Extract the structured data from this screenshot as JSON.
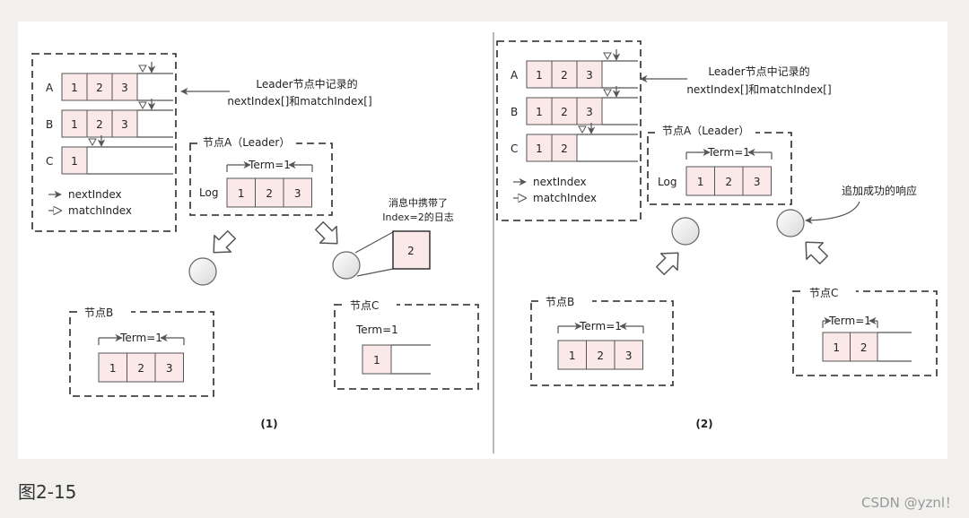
{
  "colors": {
    "cell_fill": "#fbe9ea",
    "stroke": "#555555",
    "dashed": "#444444",
    "text": "#222222",
    "background": "#ffffff",
    "page_bg": "#f1f0ee"
  },
  "panel1": {
    "label": "(1)",
    "leader_table": {
      "rows": [
        {
          "label": "A",
          "cells": [
            "1",
            "2",
            "3"
          ]
        },
        {
          "label": "B",
          "cells": [
            "1",
            "2",
            "3"
          ]
        },
        {
          "label": "C",
          "cells": [
            "1"
          ]
        }
      ],
      "legend_next": "nextIndex",
      "legend_match": "matchIndex"
    },
    "annotation": {
      "line1": "Leader节点中记录的",
      "line2": "nextIndex[]和matchIndex[]"
    },
    "node_a": {
      "title": "节点A（Leader）",
      "term": "Term=1",
      "log_label": "Log",
      "cells": [
        "1",
        "2",
        "3"
      ]
    },
    "node_b": {
      "title": "节点B",
      "term": "Term=1",
      "cells": [
        "1",
        "2",
        "3"
      ]
    },
    "node_c": {
      "title": "节点C",
      "term": "Term=1",
      "cells": [
        "1"
      ]
    },
    "message": {
      "line1": "消息中携带了",
      "line2": "Index=2的日志",
      "cell": "2"
    }
  },
  "panel2": {
    "label": "(2)",
    "leader_table": {
      "rows": [
        {
          "label": "A",
          "cells": [
            "1",
            "2",
            "3"
          ]
        },
        {
          "label": "B",
          "cells": [
            "1",
            "2",
            "3"
          ]
        },
        {
          "label": "C",
          "cells": [
            "1",
            "2"
          ]
        }
      ],
      "legend_next": "nextIndex",
      "legend_match": "matchIndex"
    },
    "annotation": {
      "line1": "Leader节点中记录的",
      "line2": "nextIndex[]和matchIndex[]"
    },
    "node_a": {
      "title": "节点A（Leader）",
      "term": "Term=1",
      "log_label": "Log",
      "cells": [
        "1",
        "2",
        "3"
      ]
    },
    "node_b": {
      "title": "节点B",
      "term": "Term=1",
      "cells": [
        "1",
        "2",
        "3"
      ]
    },
    "node_c": {
      "title": "节点C",
      "term": "Term=1",
      "cells": [
        "1",
        "2"
      ]
    },
    "response": {
      "label": "追加成功的响应"
    }
  },
  "caption": "图2-15",
  "watermark": "CSDN @yznl！"
}
